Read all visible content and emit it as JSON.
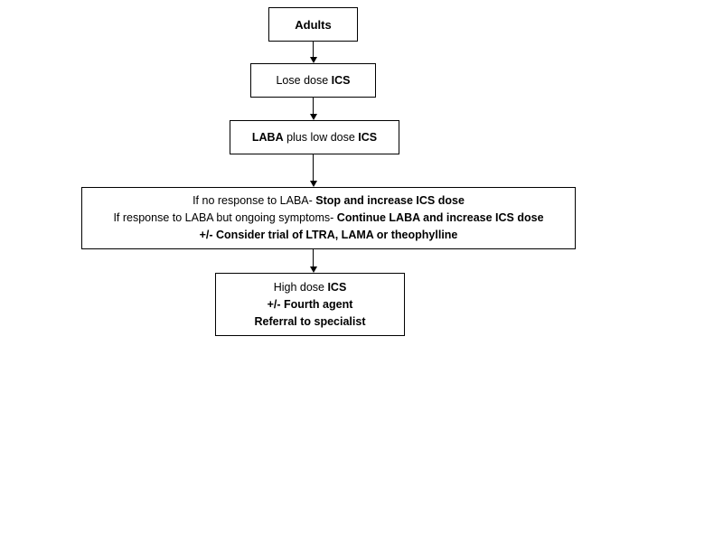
{
  "diagram": {
    "title": "Adults asthma stepwise treatment flowchart",
    "type": "flowchart",
    "orientation": "top-to-bottom",
    "stroke_color": "#000000",
    "background_color": "#ffffff",
    "nodes": [
      {
        "id": "adults",
        "name": "adults",
        "lines": [
          {
            "segments": [
              {
                "text": "Adults",
                "bold": true
              }
            ]
          }
        ]
      },
      {
        "id": "low-dose-ics",
        "name": "low-dose-ics",
        "lines": [
          {
            "segments": [
              {
                "text": "Lose dose ",
                "bold": false
              },
              {
                "text": "ICS",
                "bold": true
              }
            ]
          }
        ]
      },
      {
        "id": "laba-plus-low-dose-ics",
        "name": "laba-plus-low-dose-ics",
        "lines": [
          {
            "segments": [
              {
                "text": "LABA",
                "bold": true
              },
              {
                "text": " plus low dose ",
                "bold": false
              },
              {
                "text": "ICS",
                "bold": true
              }
            ]
          }
        ]
      },
      {
        "id": "laba-response-assessment",
        "name": "laba-response-assessment",
        "lines": [
          {
            "segments": [
              {
                "text": "If no response to LABA- ",
                "bold": false
              },
              {
                "text": "Stop and increase ICS dose",
                "bold": true
              }
            ]
          },
          {
            "segments": [
              {
                "text": "If response to LABA but ongoing symptoms- ",
                "bold": false
              },
              {
                "text": "Continue LABA and increase ICS dose",
                "bold": true
              }
            ]
          },
          {
            "segments": [
              {
                "text": "+/- Consider trial of LTRA, LAMA or theophylline",
                "bold": true
              }
            ]
          }
        ]
      },
      {
        "id": "high-dose-ics",
        "name": "high-dose-ics",
        "lines": [
          {
            "segments": [
              {
                "text": "High dose ",
                "bold": false
              },
              {
                "text": "ICS",
                "bold": true
              }
            ]
          },
          {
            "segments": [
              {
                "text": "+/- Fourth agent",
                "bold": true
              }
            ]
          },
          {
            "segments": [
              {
                "text": "Referral to specialist",
                "bold": true
              }
            ]
          }
        ]
      }
    ],
    "connectors": [
      {
        "id": "conn-1",
        "from": "adults",
        "to": "low-dose-ics",
        "arrow": "down"
      },
      {
        "id": "conn-2",
        "from": "low-dose-ics",
        "to": "laba-plus-low-dose-ics",
        "arrow": "down"
      },
      {
        "id": "conn-3",
        "from": "laba-plus-low-dose-ics",
        "to": "laba-response-assessment",
        "arrow": "down"
      },
      {
        "id": "conn-4",
        "from": "laba-response-assessment",
        "to": "high-dose-ics",
        "arrow": "down"
      }
    ]
  }
}
